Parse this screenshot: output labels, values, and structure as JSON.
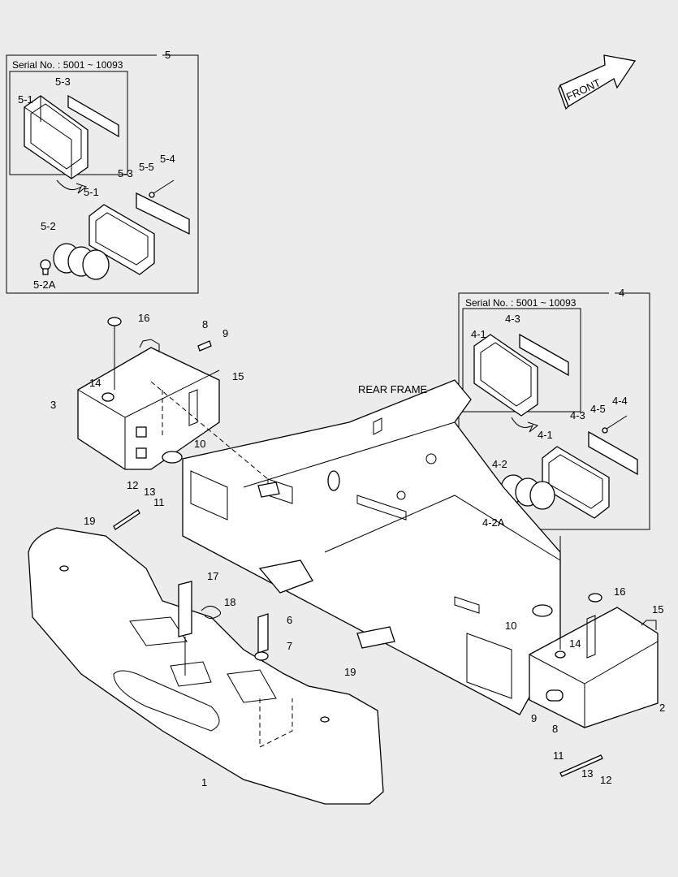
{
  "diagram": {
    "front_label": "FRONT",
    "rear_frame_label": "REAR FRAME",
    "boxes": [
      {
        "id": "box-5",
        "number": "5",
        "serial": "Serial No. : 5001 ~ 10093"
      },
      {
        "id": "box-4",
        "number": "4",
        "serial": "Serial No. : 5001 ~ 10093"
      }
    ],
    "callouts": {
      "c5_3a": "5-3",
      "c5_1a": "5-1",
      "c5_3b": "5-3",
      "c5_5": "5-5",
      "c5_4": "5-4",
      "c5_1b": "5-1",
      "c5_2": "5-2",
      "c5_2a": "5-2A",
      "c4_3a": "4-3",
      "c4_1a": "4-1",
      "c4_3b": "4-3",
      "c4_5": "4-5",
      "c4_4": "4-4",
      "c4_1b": "4-1",
      "c4_2": "4-2",
      "c4_2a": "4-2A",
      "c16a": "16",
      "c8a": "8",
      "c9a": "9",
      "c15a": "15",
      "c14a": "14",
      "c3": "3",
      "c10a": "10",
      "c12a": "12",
      "c13a": "13",
      "c11a": "11",
      "c19a": "19",
      "c17": "17",
      "c18": "18",
      "c6": "6",
      "c7": "7",
      "c19b": "19",
      "c1": "1",
      "c16b": "16",
      "c15b": "15",
      "c10b": "10",
      "c14b": "14",
      "c2": "2",
      "c9b": "9",
      "c8b": "8",
      "c11b": "11",
      "c13b": "13",
      "c12b": "12"
    }
  }
}
